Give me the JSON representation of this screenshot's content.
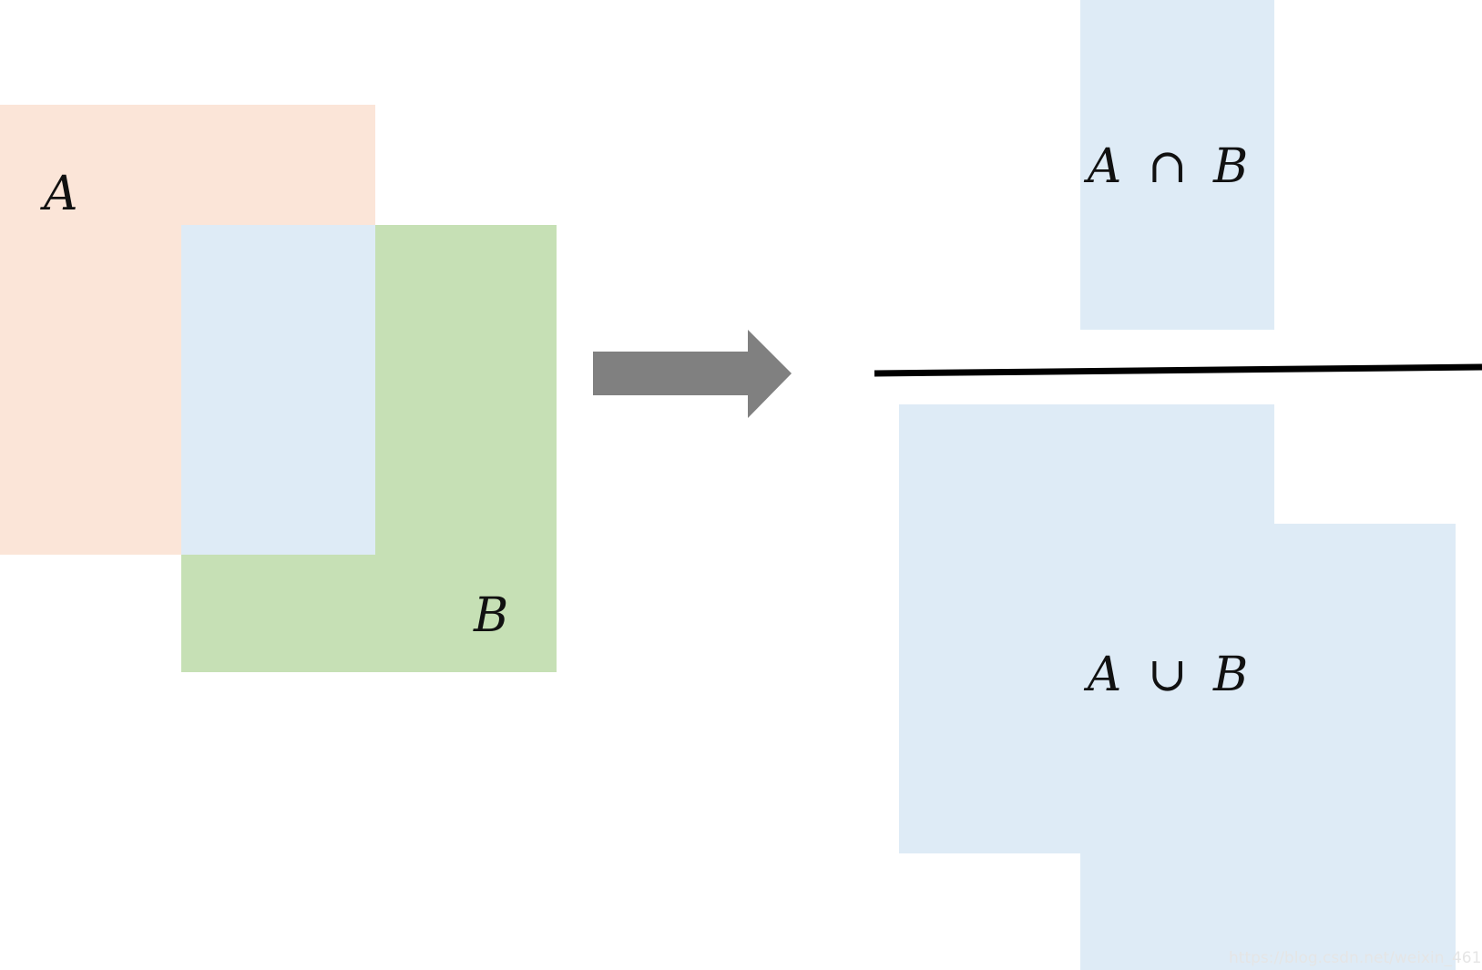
{
  "colors": {
    "set_a": "#fbe5d8",
    "set_b": "#c6e0b5",
    "overlap": "#deebf6",
    "arrow": "#808080",
    "divider": "#000000"
  },
  "labels": {
    "set_a": "A",
    "set_b": "B",
    "intersection_left": "A",
    "intersection_op": "∩",
    "intersection_right": "B",
    "union_left": "A",
    "union_op": "∪",
    "union_right": "B"
  },
  "watermark": "https://blog.csdn.net/weixin_46101"
}
